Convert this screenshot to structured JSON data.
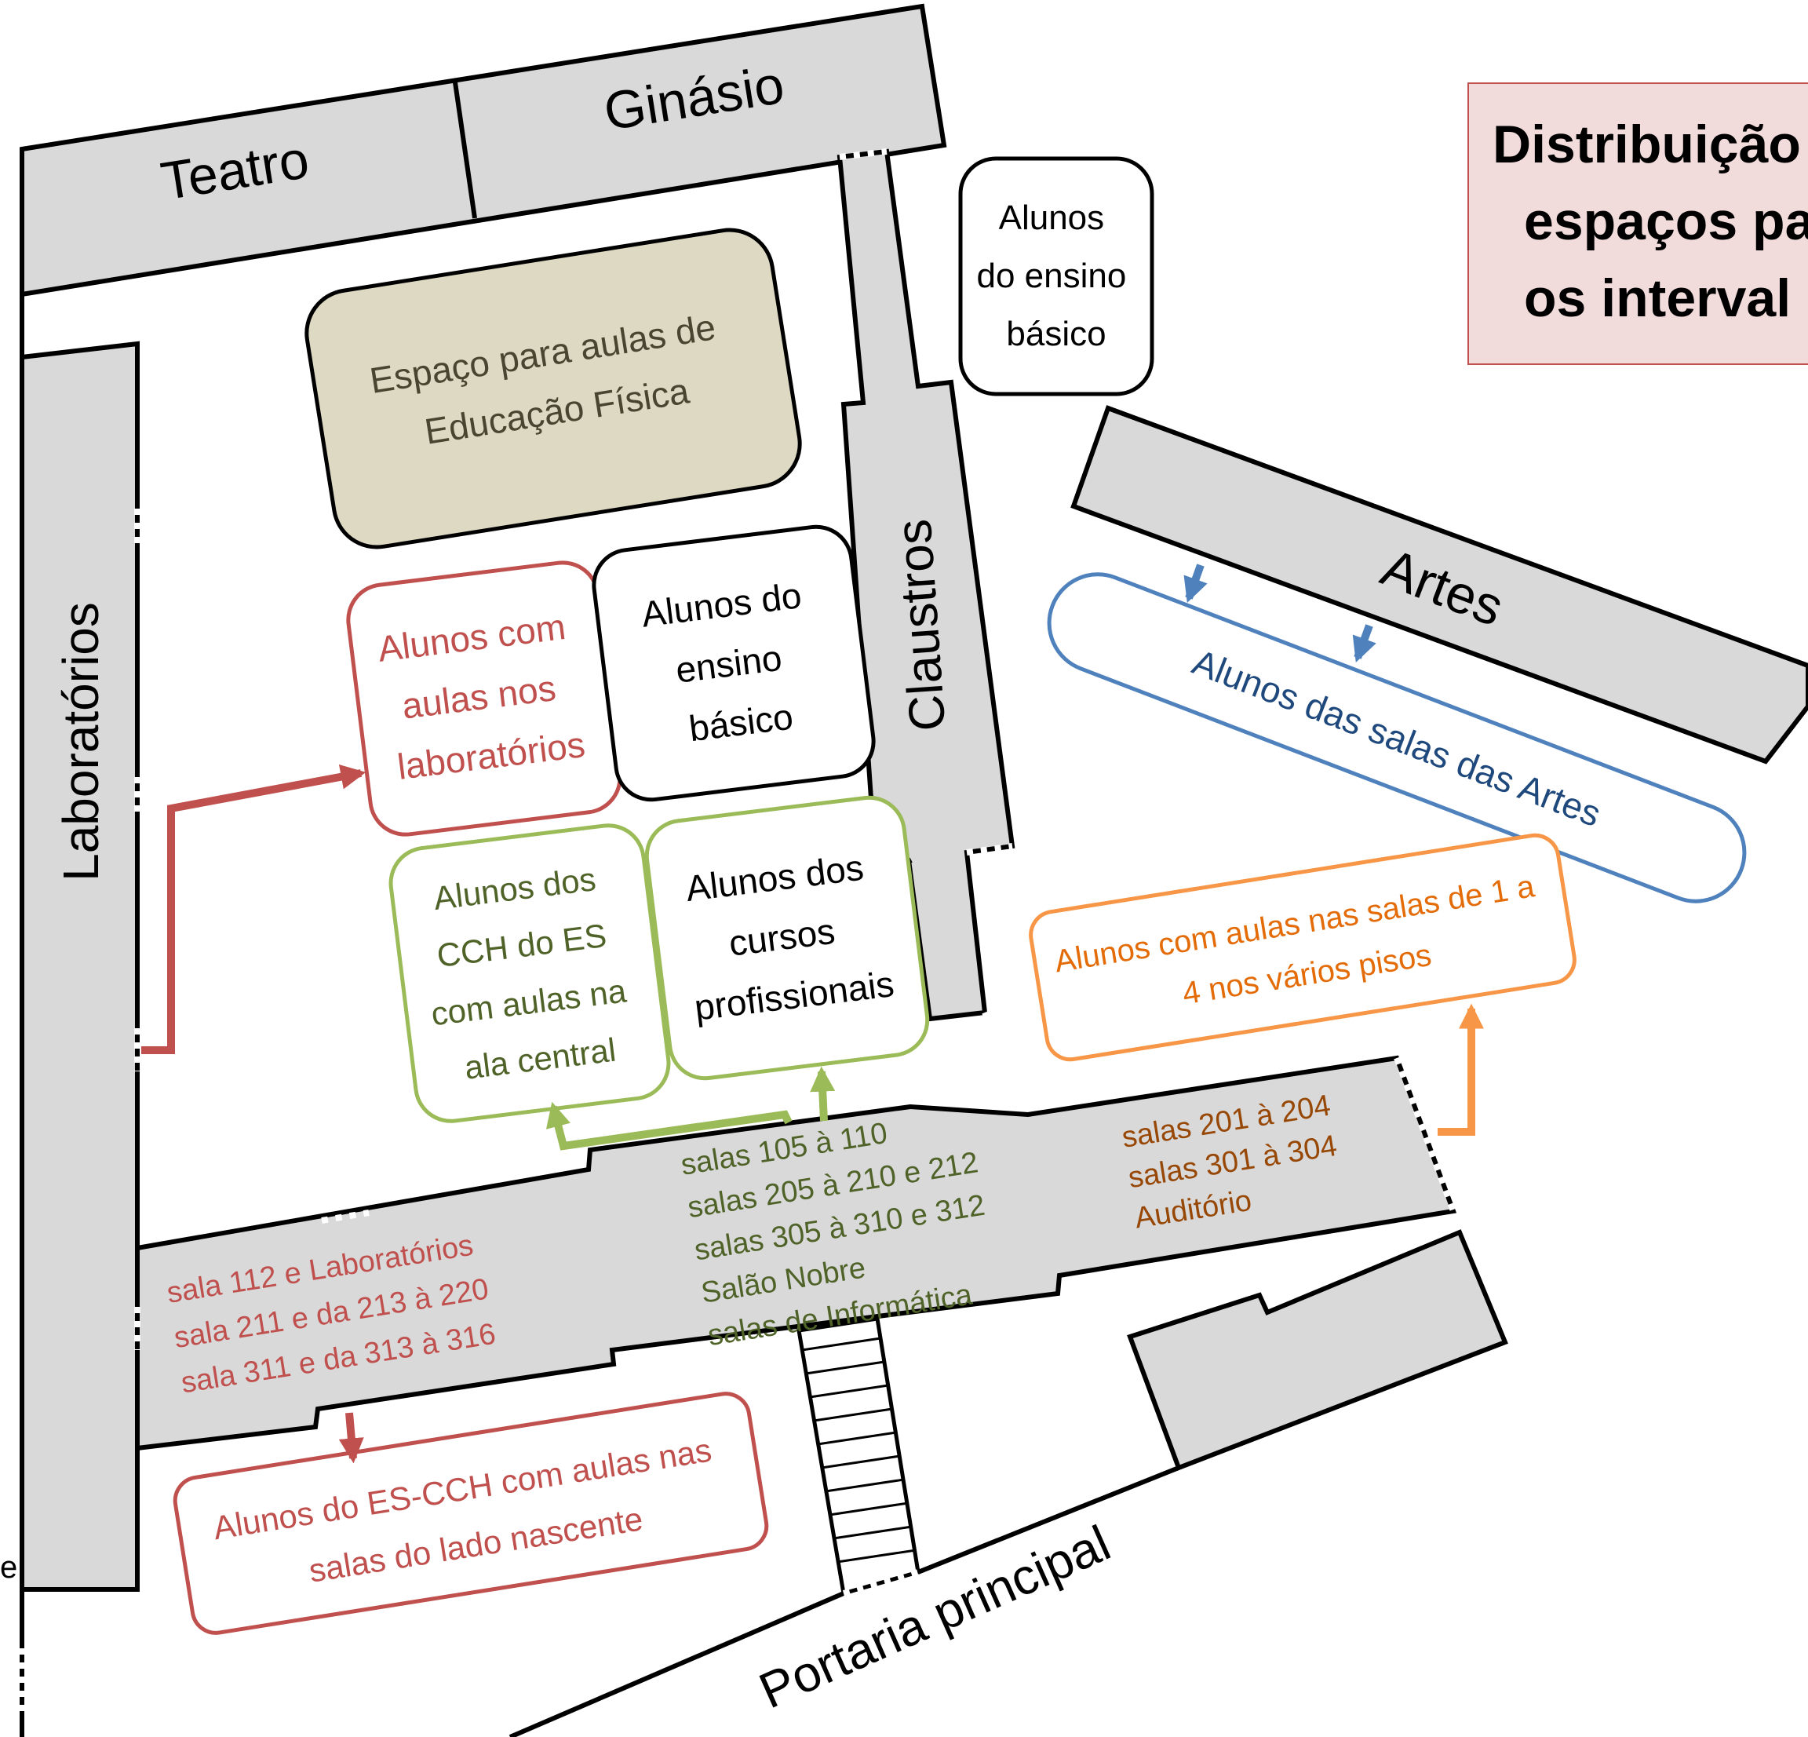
{
  "title": {
    "line1": "Distribuição",
    "line2": "espaços pa",
    "line3": "os interval"
  },
  "buildings": {
    "teatro": "Teatro",
    "ginasio": "Ginásio",
    "laboratorios": "Laboratórios",
    "claustros": "Claustros",
    "artes": "Artes"
  },
  "zones": {
    "educacao_fisica": [
      "Espaço para aulas de",
      "Educação Física"
    ],
    "basico_top": [
      "Alunos",
      "do ensino",
      "básico"
    ],
    "laboratorios": [
      "Alunos com",
      "aulas nos",
      "laboratórios"
    ],
    "basico_mid": [
      "Alunos do",
      "ensino",
      "básico"
    ],
    "cch_central": [
      "Alunos dos",
      "CCH do ES",
      "com aulas na",
      "ala central"
    ],
    "profissionais": [
      "Alunos dos",
      "cursos",
      "profissionais"
    ],
    "artes": [
      "Alunos das salas das Artes"
    ],
    "salas_1_4": [
      "Alunos com aulas nas salas de 1 a",
      "4 nos vários pisos"
    ],
    "nascente": [
      "Alunos do ES-CCH com aulas nas",
      "salas do lado nascente"
    ]
  },
  "corridor_labels": {
    "west": [
      "sala 112 e Laboratórios",
      "sala 211 e da 213 à 220",
      "sala 311 e da 313 à 316"
    ],
    "central": [
      "salas 105 à 110",
      "salas 205 à 210 e 212",
      "salas 305 à 310 e 312",
      "Salão Nobre",
      "salas de Informática"
    ],
    "east": [
      "salas 201 à 204",
      "salas 301 à 304",
      "Auditório"
    ]
  },
  "portaria": "Portaria principal",
  "edge_fragment": "e",
  "colors": {
    "red": "#c0504d",
    "green": "#9bbb59",
    "green_text": "#4f6228",
    "blue": "#4f81bd",
    "blue_text": "#1f497d",
    "orange": "#f79646",
    "orange_text": "#e36c09",
    "brown_text": "#974806",
    "khaki": "#ddd9c3",
    "khaki_text": "#4a4530",
    "building": "#d9d9d9"
  }
}
